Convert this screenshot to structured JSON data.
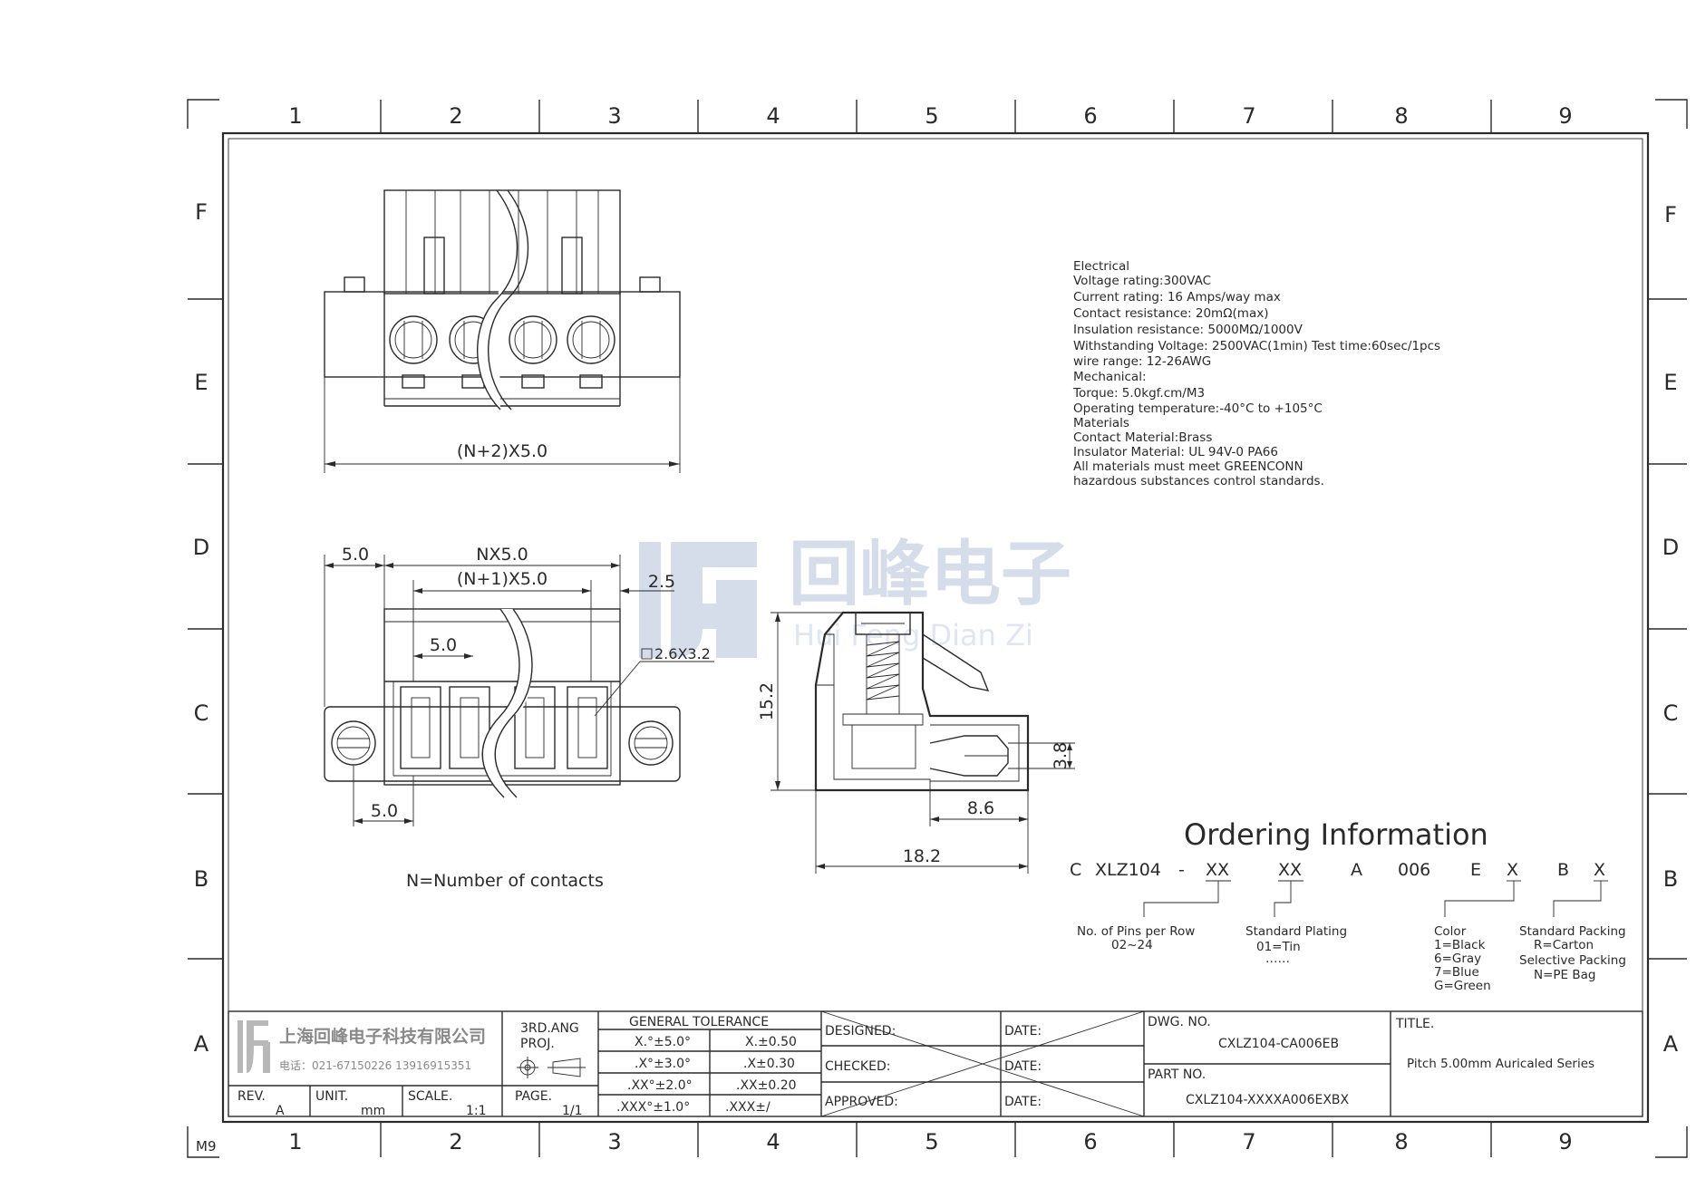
{
  "frame": {
    "columns": [
      "1",
      "2",
      "3",
      "4",
      "5",
      "6",
      "7",
      "8",
      "9"
    ],
    "rows": [
      "F",
      "E",
      "D",
      "C",
      "B",
      "A"
    ],
    "corner_label": "M9"
  },
  "views": {
    "front": {
      "dim_width": "(N+2)X5.0"
    },
    "top": {
      "dim_left": "5.0",
      "dim_nx": "NX5.0",
      "dim_n1": "(N+1)X5.0",
      "dim_right": "2.5",
      "dim_pitch": "5.0",
      "dim_hole": "2.6X3.2",
      "dim_bottom": "5.0",
      "note": "N=Number  of  contacts"
    },
    "side": {
      "dim_height": "15.2",
      "dim_pin": "3.8",
      "dim_pin_len": "8.6",
      "dim_total": "18.2"
    }
  },
  "specs": [
    "Electrical",
    "Voltage  rating:300VAC",
    "Current  rating:  16  Amps/way  max",
    "Contact  resistance:  20mΩ(max)",
    "Insulation  resistance:  5000MΩ/1000V",
    "Withstanding  Voltage:  2500VAC(1min)  Test  time:60sec/1pcs",
    "wire  range:  12-26AWG",
    "Mechanical:",
    "Torque:  5.0kgf.cm/M3",
    "Operating  temperature:-40°C  to  +105°C",
    "Materials",
    "Contact  Material:Brass",
    "Insulator  Material:  UL  94V-0  PA66",
    "All  materials  must  meet  GREENCONN",
    "hazardous  substances  control  standards."
  ],
  "watermark": {
    "chinese": "回峰电子",
    "pinyin": "Hui  Feng  Dian  Zi"
  },
  "ordering": {
    "title": "Ordering  Information",
    "code_parts": [
      "C",
      "XLZ104",
      "-",
      "XX",
      "XX",
      "A",
      "006",
      "E",
      "X",
      "B",
      "X"
    ],
    "pins_label": "No.  of  Pins  per  Row",
    "pins_range": "02~24",
    "plating_label": "Standard  Plating",
    "plating_tin": "01=Tin",
    "plating_more": "……",
    "color_label": "Color",
    "color_options": [
      "1=Black",
      "6=Gray",
      "7=Blue",
      "G=Green"
    ],
    "packing_label": "Standard  Packing",
    "packing_carton": "R=Carton",
    "packing_selective": "Selective  Packing",
    "packing_pe": "N=PE  Bag"
  },
  "title_block": {
    "company": "上海回峰电子科技有限公司",
    "phone": "电话：021-67150226  13916915351",
    "projection": [
      "3RD.ANG",
      "PROJ."
    ],
    "tolerance_title": "GENERAL  TOLERANCE",
    "tolerances": [
      [
        "X.°±5.0°",
        "X.±0.50"
      ],
      [
        ".X°±3.0°",
        ".X±0.30"
      ],
      [
        ".XX°±2.0°",
        ".XX±0.20"
      ],
      [
        ".XXX°±1.0°",
        ".XXX±/"
      ]
    ],
    "designed": "DESIGNED:",
    "checked": "CHECKED:",
    "approved": "APPROVED:",
    "date": "DATE:",
    "dwg_no_label": "DWG.  NO.",
    "dwg_no": "CXLZ104-CA006EB",
    "part_no_label": "PART  NO.",
    "part_no": "CXLZ104-XXXXA006EXBX",
    "title_label": "TITLE.",
    "title": "Pitch  5.00mm  Auricaled  Series",
    "rev_label": "REV.",
    "rev": "A",
    "unit_label": "UNIT.",
    "unit": "mm",
    "scale_label": "SCALE.",
    "scale": "1:1",
    "page_label": "PAGE.",
    "page": "1/1"
  },
  "colors": {
    "line": "#2a2a2a",
    "watermark": "#b4c3dc"
  }
}
